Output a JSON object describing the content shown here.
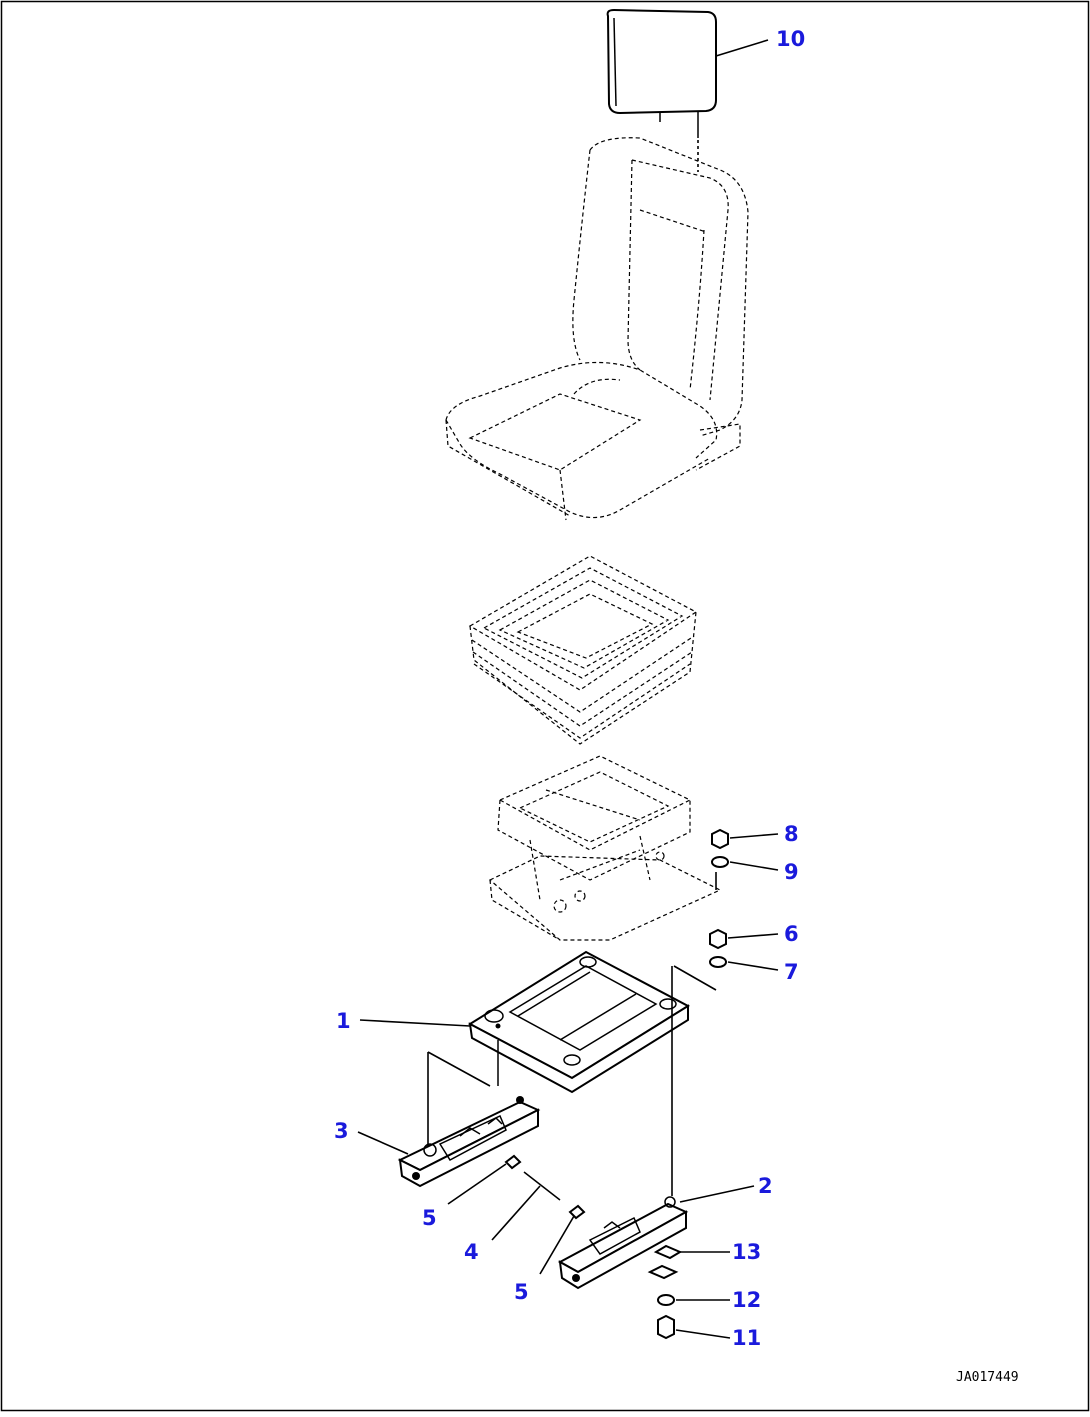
{
  "diagram": {
    "drawing_number": "JA017449",
    "callouts": [
      "1",
      "2",
      "3",
      "4",
      "5",
      "5",
      "6",
      "7",
      "8",
      "9",
      "10",
      "11",
      "12",
      "13"
    ],
    "colors": {
      "callout": "#1a1adc",
      "line": "#000000",
      "background": "#ffffff"
    }
  }
}
